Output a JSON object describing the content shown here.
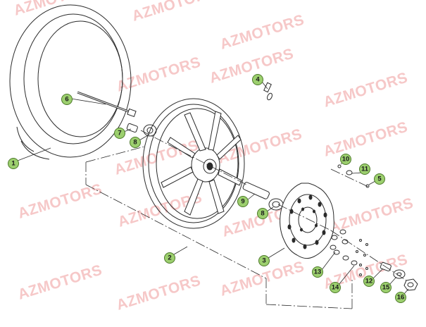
{
  "watermark": "AZMOTORS",
  "colors": {
    "badge_fill": "#9ccf6e",
    "badge_stroke": "#4e7a2b",
    "line": "#2a2a2a",
    "watermark": "#f6c8c8"
  },
  "callouts": [
    "1",
    "2",
    "3",
    "4",
    "5",
    "6",
    "7",
    "8",
    "8",
    "9",
    "10",
    "11",
    "12",
    "13",
    "14",
    "15",
    "16"
  ]
}
